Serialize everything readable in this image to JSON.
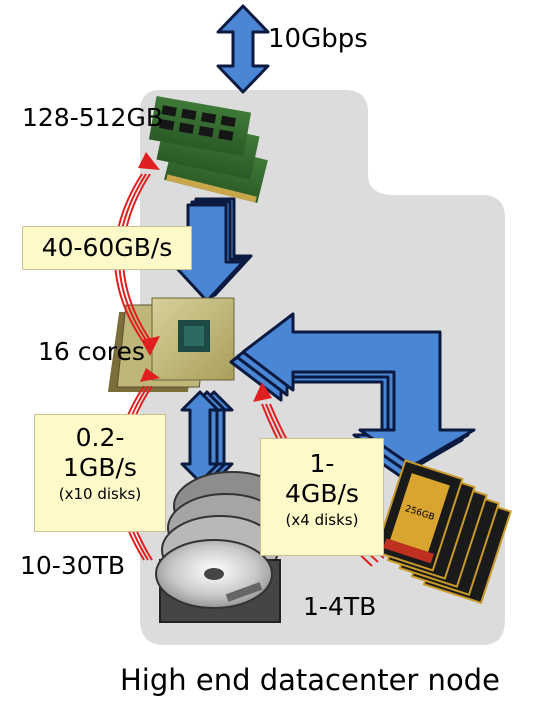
{
  "labels": {
    "network": "10Gbps",
    "memory": "128-512GB",
    "cpu": "16 cores",
    "hdd": "10-30TB",
    "ssd": "1-4TB",
    "caption": "High end datacenter node"
  },
  "bandwidth": {
    "memory": "40-60GB/s",
    "hdd_line1": "0.2-",
    "hdd_line2": "1GB/s",
    "hdd_note": "(x10 disks)",
    "ssd_line1": "1-",
    "ssd_line2": "4GB/s",
    "ssd_note": "(x4 disks)"
  },
  "ssd_card_text": "256GB",
  "colors": {
    "node_background": "#dcdcdc",
    "data_arrow": "#4a86d4",
    "bandwidth_arrow": "#e02020",
    "label_box": "#fdf9c8"
  }
}
